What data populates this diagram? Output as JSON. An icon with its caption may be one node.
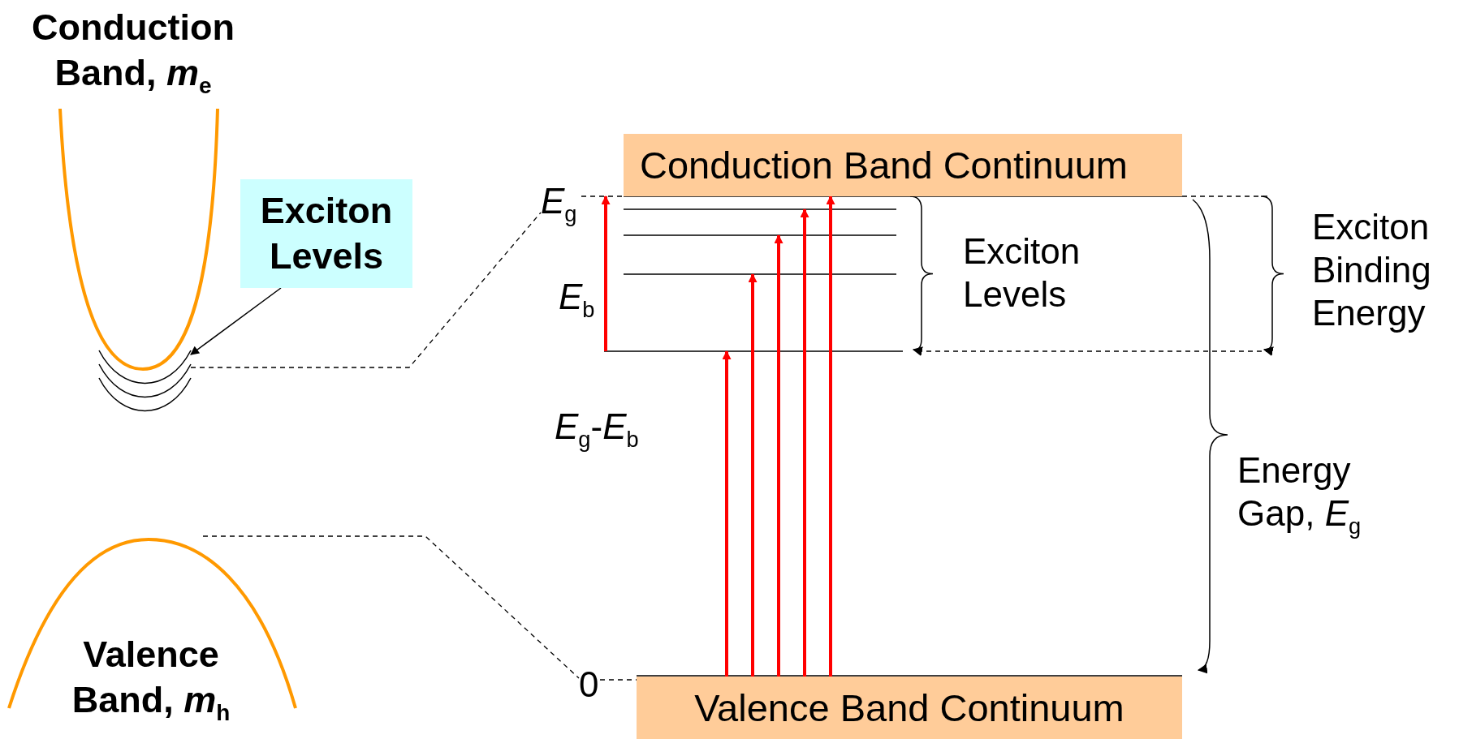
{
  "diagram": {
    "nodes": [
      {
        "text": [
          "Conduction Band, *m*$_{e}$"
        ]
      },
      {
        "text": [
          "Exciton Levels"
        ]
      },
      {
        "text": [],
        "shape": "picture"
      },
      {
        "text": [
          "Conduction Band Continuum"
        ]
      },
      {
        "text": [
          "Valence Band Continuum"
        ]
      },
      {
        "text": [
          "Valence Band, *m*$_{h}$"
        ]
      },
      {
        "text": [
          "*E*$_{g}$"
        ]
      },
      {
        "text": [
          "0"
        ]
      },
      {
        "text": [],
        "shape": "bar"
      },
      {
        "text": [],
        "shape": "bar"
      },
      {
        "text": [],
        "shape": "bar"
      },
      {
        "text": [],
        "shape": "bar"
      }
    ],
    "edges": [
      {
        "from": 1,
        "to": 2,
        "arrow": "to",
        "color": "#000000"
      },
      {
        "from": 2,
        "to": 6,
        "arrow": "none",
        "style": "dashed",
        "color": "#000000"
      },
      {
        "from": 6,
        "to": 3,
        "arrow": "none",
        "style": "dashed",
        "color": "#000000"
      },
      {
        "from": 5,
        "to": 7,
        "arrow": "none",
        "style": "dashed",
        "color": "#000000"
      },
      {
        "from": 7,
        "to": 4,
        "arrow": "none",
        "style": "dashed",
        "color": "#000000"
      },
      {
        "from": 4,
        "to": 11,
        "arrow": "to"
      },
      {
        "from": 4,
        "to": 10,
        "arrow": "to"
      },
      {
        "from": 4,
        "to": 9,
        "arrow": "to"
      },
      {
        "from": 4,
        "to": 8,
        "arrow": "to"
      },
      {
        "from": 4,
        "to": 3,
        "arrow": "to"
      },
      {
        "from": 11,
        "to": 3,
        "arrow": "to"
      }
    ],
    "labels": [
      "*E*$_{b}$",
      "*E*$_{g}$-*E*$_{b}$",
      "Exciton Levels",
      "Exciton Binding Energy",
      "Energy Gap, *E*$_{g}$"
    ]
  }
}
